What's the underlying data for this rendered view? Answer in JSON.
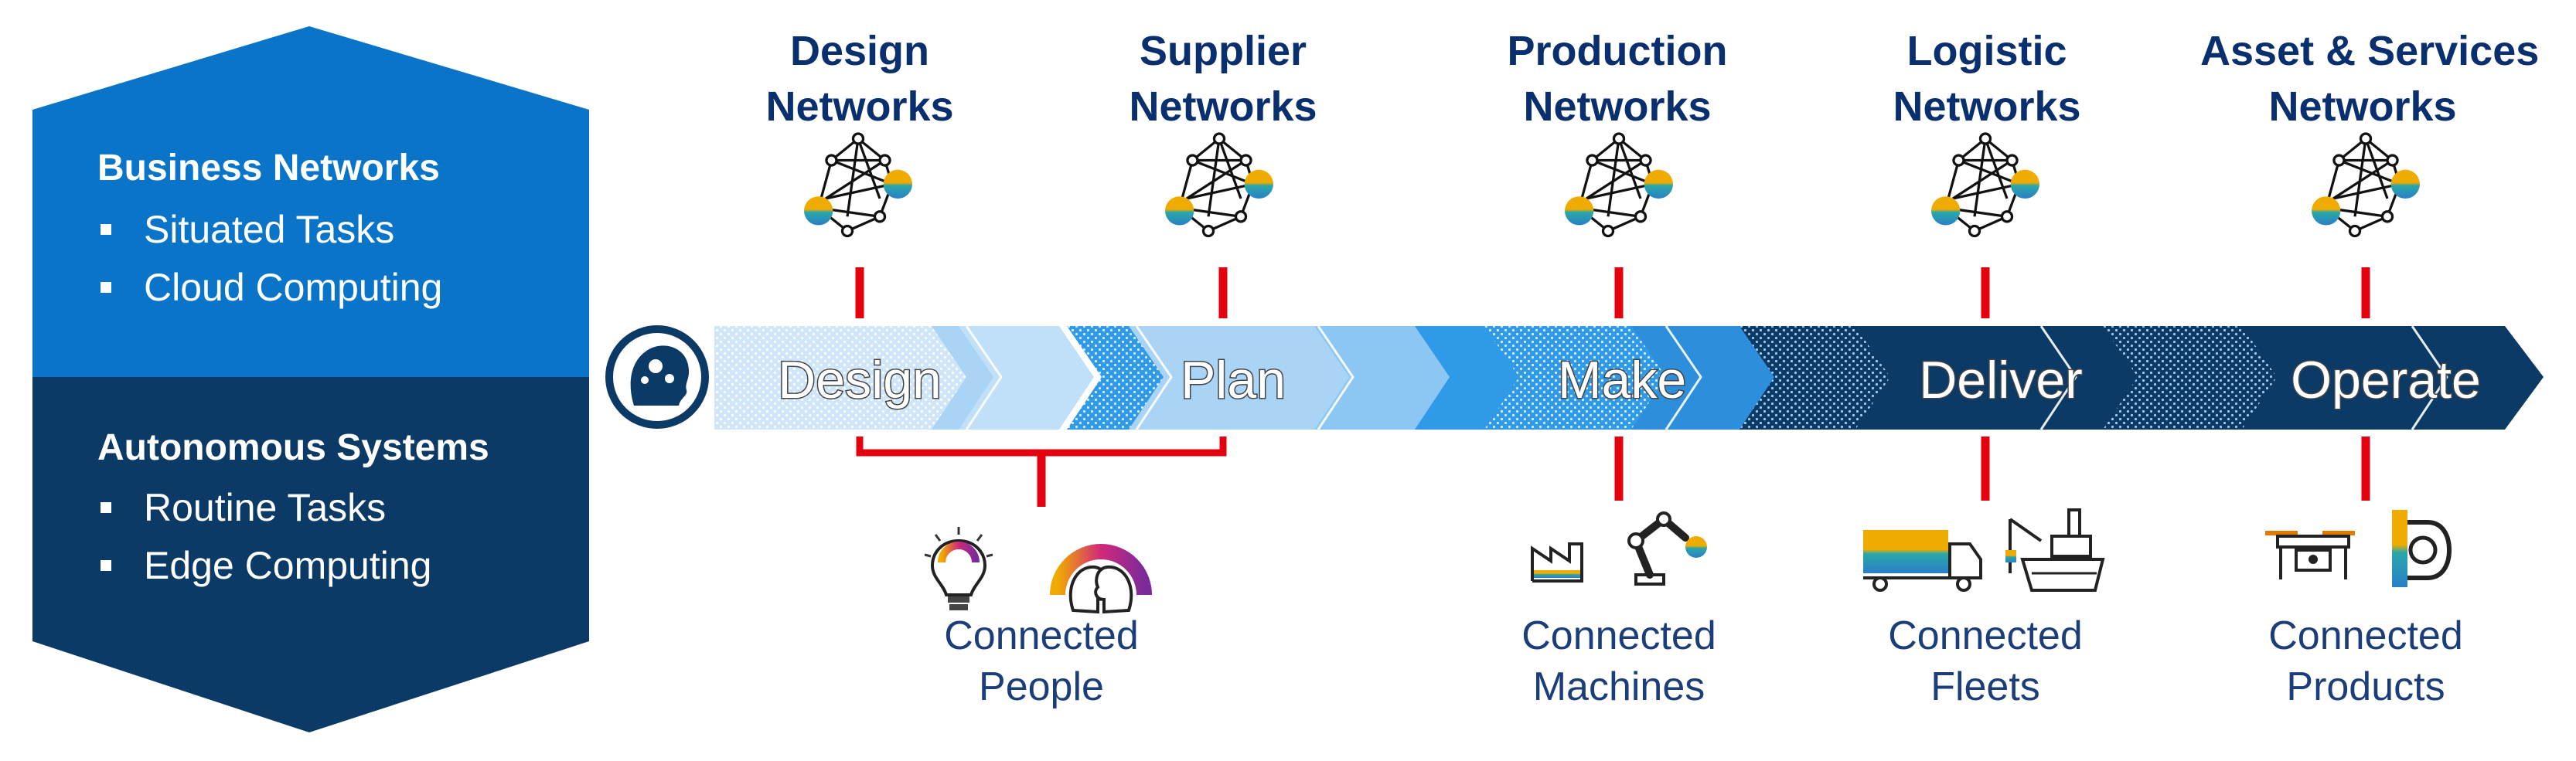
{
  "hexagon": {
    "upper": {
      "title": "Business Networks",
      "bullets": [
        "Situated Tasks",
        "Cloud Computing"
      ],
      "color": "#0a74c9"
    },
    "lower": {
      "title": "Autonomous Systems",
      "bullets": [
        "Routine Tasks",
        "Edge Computing"
      ],
      "color": "#0b3a66"
    }
  },
  "networks": [
    {
      "line1": "Design",
      "line2": "Networks"
    },
    {
      "line1": "Supplier",
      "line2": "Networks"
    },
    {
      "line1": "Production",
      "line2": "Networks"
    },
    {
      "line1": "Logistic",
      "line2": "Networks"
    },
    {
      "line1": "Asset & Services",
      "line2": "Networks"
    }
  ],
  "stages": [
    "Design",
    "Plan",
    "Make",
    "Deliver",
    "Operate"
  ],
  "connected": [
    {
      "line1": "Connected",
      "line2": "People"
    },
    {
      "line1": "Connected",
      "line2": "Machines"
    },
    {
      "line1": "Connected",
      "line2": "Fleets"
    },
    {
      "line1": "Connected",
      "line2": "Products"
    }
  ],
  "colors": {
    "network_text": "#0a2f6e",
    "connector_red": "#e3000f",
    "arrow_light": "#a9d4f5",
    "arrow_mid": "#2f9ae8",
    "arrow_dark": "#0b3a66",
    "icon_gold": "#f0ab00",
    "icon_teal": "#2aa8a8"
  },
  "icons": {
    "head": "brain-gears-head-icon",
    "network": "network-graph-icon",
    "people": [
      "lightbulb-idea-icon",
      "two-heads-icon"
    ],
    "machines": [
      "factory-icon",
      "robot-arm-icon"
    ],
    "fleets": [
      "truck-icon",
      "cargo-ship-icon"
    ],
    "products": [
      "drone-icon",
      "smart-device-icon"
    ]
  }
}
